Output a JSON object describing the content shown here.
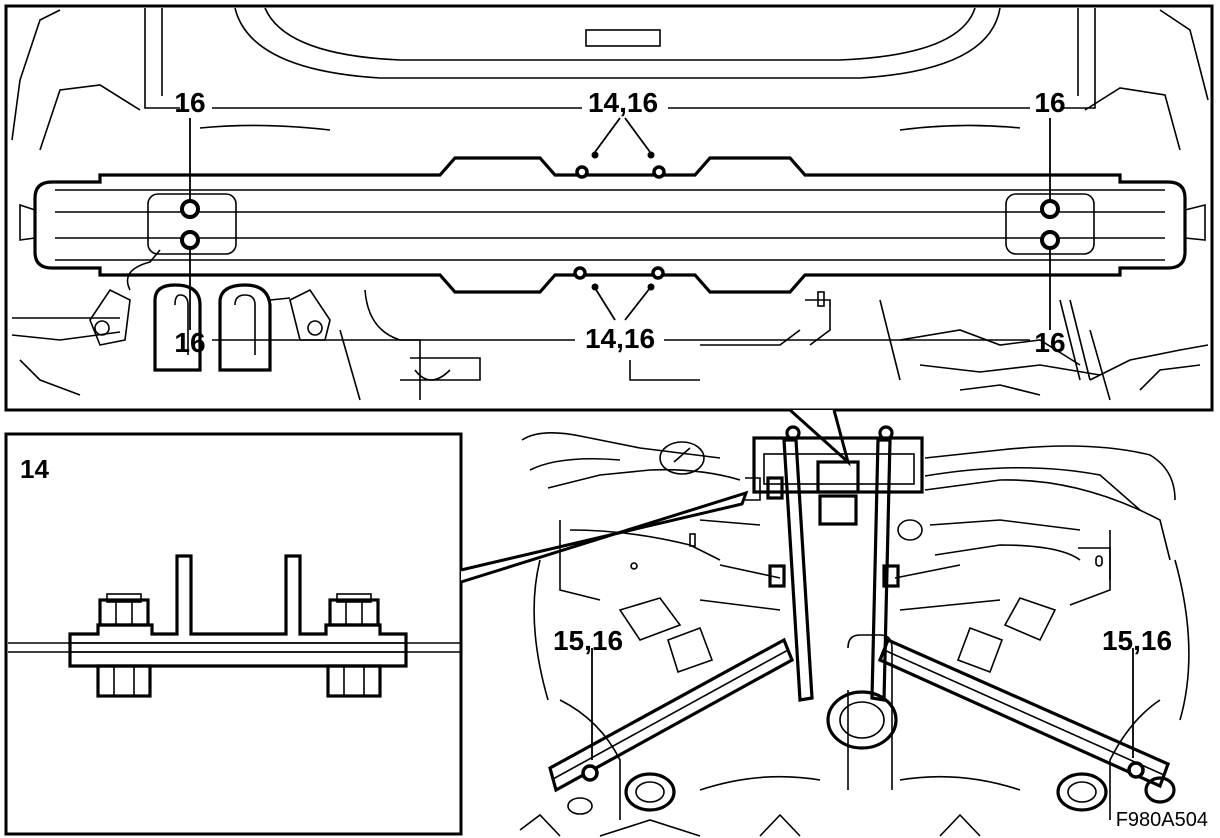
{
  "top_view": {
    "label_tl": "16",
    "label_tc": "14,16",
    "label_tr": "16",
    "label_bl": "16",
    "label_bc": "14,16",
    "label_br": "16"
  },
  "detail_view": {
    "title": "14"
  },
  "under_view": {
    "label_left": "15,16",
    "label_right": "15,16"
  },
  "figure_code": "F980A504"
}
